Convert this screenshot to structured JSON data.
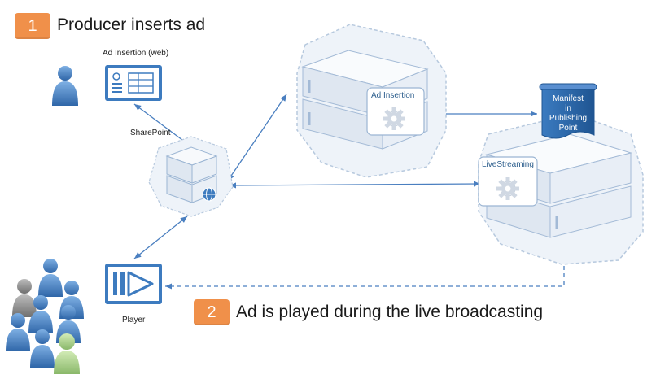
{
  "steps": [
    {
      "number": "1",
      "text": "Producer inserts ad"
    },
    {
      "number": "2",
      "text": "Ad is played during the live broadcasting"
    }
  ],
  "labels": {
    "ad_insertion_web": "Ad Insertion (web)",
    "sharepoint": "SharePoint",
    "player": "Player",
    "ad_insertion_server": "Ad Insertion",
    "live_streaming": "LiveStreaming",
    "manifest_lines": [
      "Manifest",
      "in",
      "Publishing",
      "Point"
    ]
  },
  "icons": {
    "producer": "person-icon",
    "ad_insertion_web": "web-form-icon",
    "sharepoint": "server-globe-icon",
    "ad_insertion_server": "server-gear-icon",
    "live_streaming": "server-gear-icon",
    "manifest": "scroll-icon",
    "player": "media-player-icon",
    "audience": "people-group-icon"
  },
  "colors": {
    "badge": "#f0904a",
    "connector": "#4a7fc0",
    "icon_blue": "#3d7bbf",
    "manifest": "#2e6aa8",
    "server_fill": "#e7eef7",
    "server_outline": "#9bb5d3",
    "audience_gray": "#8f8f8f",
    "audience_green": "#9cc57c"
  }
}
